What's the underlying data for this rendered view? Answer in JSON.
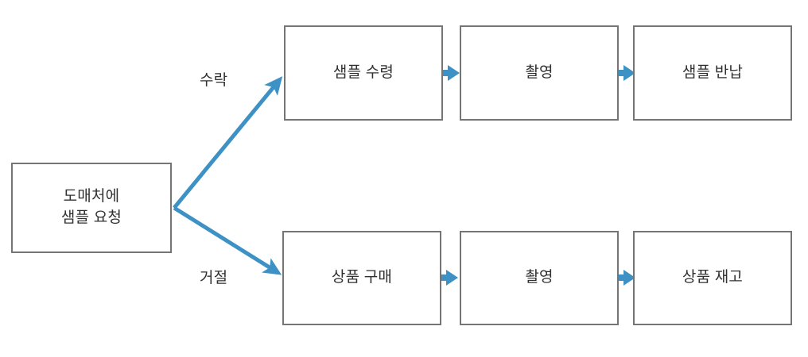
{
  "diagram": {
    "title": "",
    "colors": {
      "arrow": "#3d91c4",
      "box_border": "#757575",
      "box_fill": "#ffffff",
      "text": "#303030",
      "background": "#ffffff"
    },
    "start_node": {
      "id": "request",
      "label": "도매처에\n샘플 요청"
    },
    "branches": [
      {
        "id": "accept",
        "label": "수락",
        "steps": [
          {
            "id": "top-1",
            "label": "샘플 수령"
          },
          {
            "id": "top-2",
            "label": "촬영"
          },
          {
            "id": "top-3",
            "label": "샘플 반납"
          }
        ]
      },
      {
        "id": "reject",
        "label": "거절",
        "steps": [
          {
            "id": "bot-1",
            "label": "상품 구매"
          },
          {
            "id": "bot-2",
            "label": "촬영"
          },
          {
            "id": "bot-3",
            "label": "상품 재고"
          }
        ]
      }
    ]
  }
}
